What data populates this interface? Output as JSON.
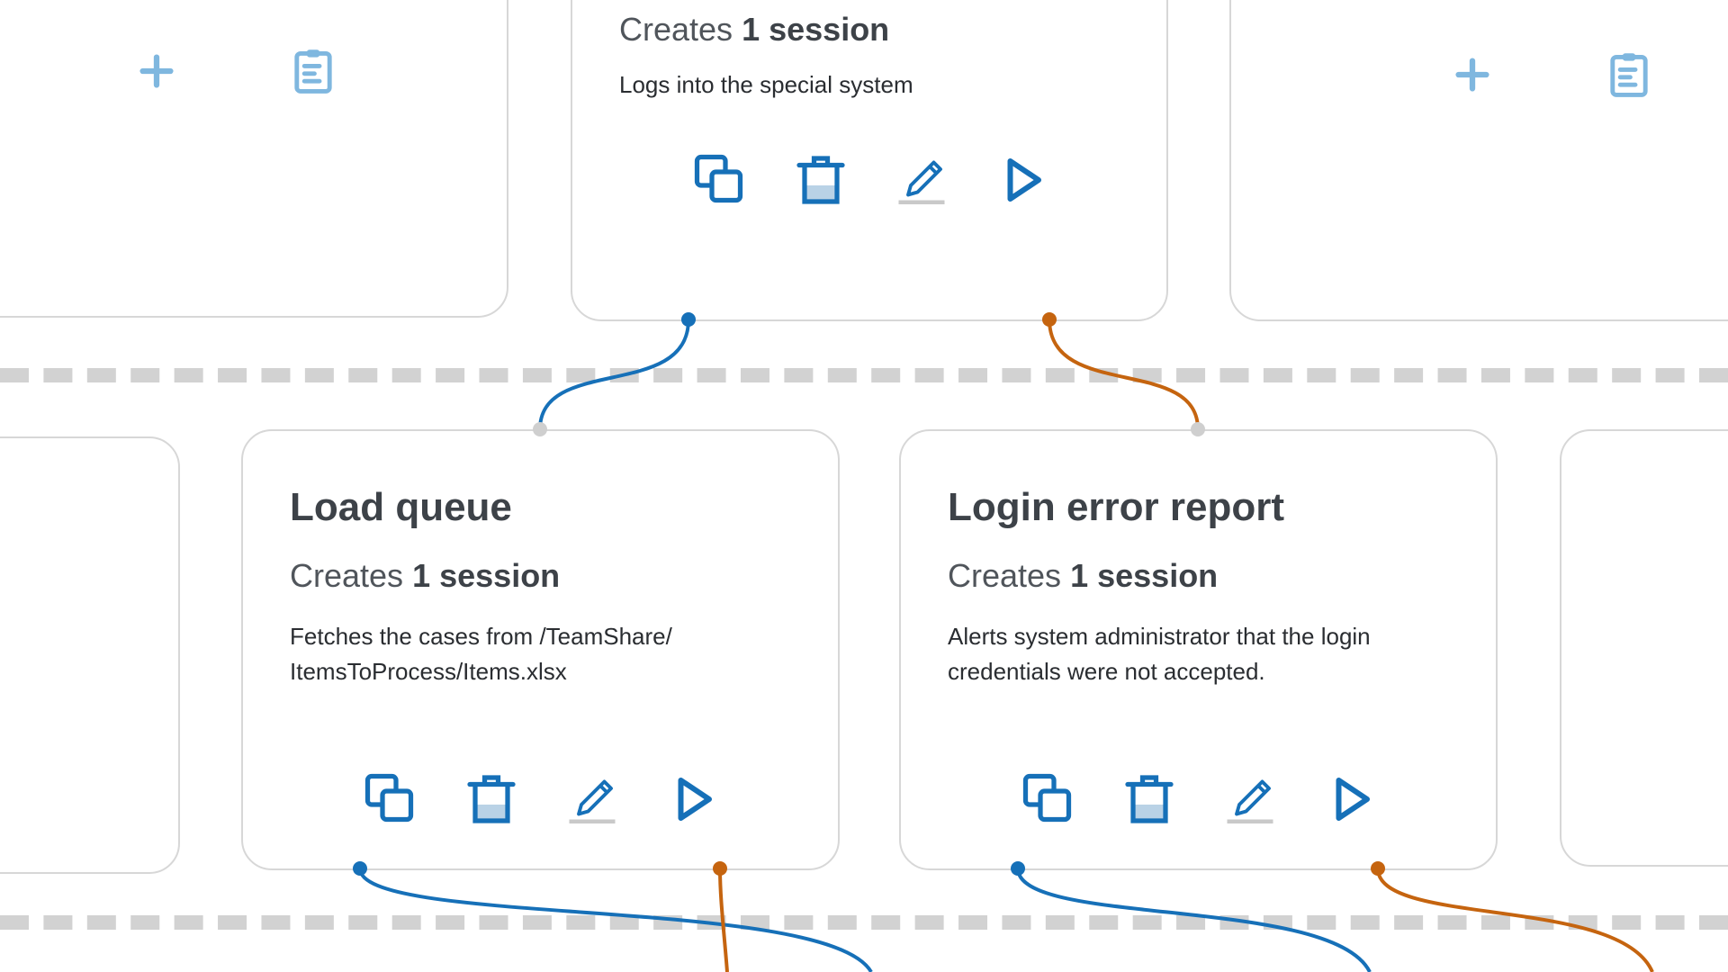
{
  "colors": {
    "accent": "#1670b8",
    "failure": "#c5640f",
    "muted_icon": "#7fb7df",
    "border": "#d7d7d7",
    "lane": "#d2d2d2"
  },
  "cards": {
    "top_center": {
      "sessions_prefix": "Creates",
      "sessions_count": "1 session",
      "description": "Logs into the special system"
    },
    "load_queue": {
      "title": "Load queue",
      "sessions_prefix": "Creates",
      "sessions_count": "1 session",
      "description": "Fetches the cases from /TeamShare/ ItemsToProcess/Items.xlsx"
    },
    "login_error_report": {
      "title": "Login error report",
      "sessions_prefix": "Creates",
      "sessions_count": "1 session",
      "description": "Alerts system administrator that the login credentials were not accepted."
    }
  },
  "icons": {
    "duplicate": "duplicate-icon",
    "delete": "trash-icon",
    "edit": "pencil-icon",
    "run": "play-icon",
    "add": "plus-icon",
    "template": "clipboard-icon"
  }
}
